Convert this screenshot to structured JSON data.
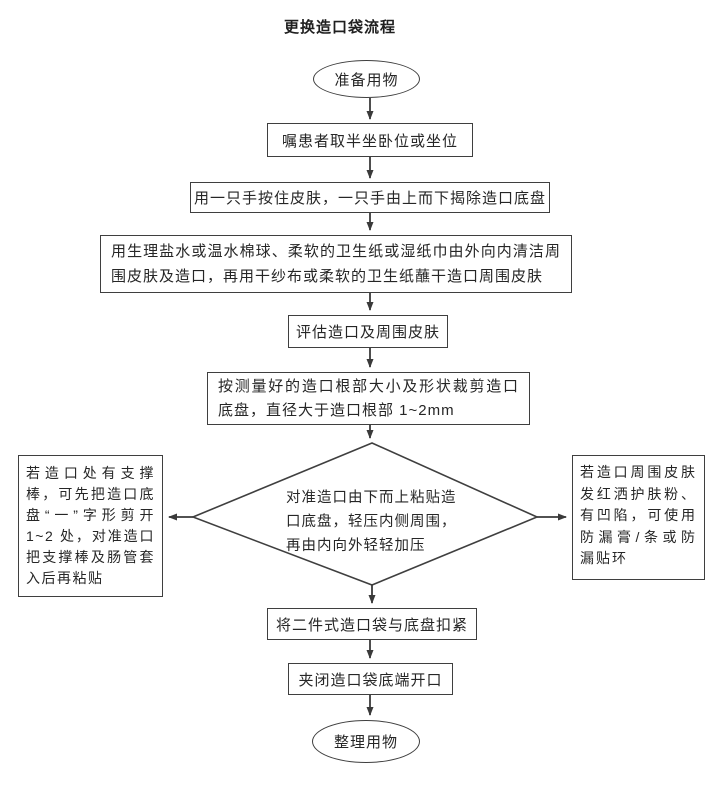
{
  "diagram": {
    "title": "更换造口袋流程",
    "nodes": {
      "start": "准备用物",
      "position": "嘱患者取半坐卧位或坐位",
      "remove": "用一只手按住皮肤，一只手由上而下揭除造口底盘",
      "clean": "用生理盐水或温水棉球、柔软的卫生纸或湿纸巾由外向内清洁周围皮肤及造口，再用干纱布或柔软的卫生纸蘸干造口周围皮肤",
      "assess": "评估造口及周围皮肤",
      "cut": "按测量好的造口根部大小及形状裁剪造口底盘，直径大于造口根部 1~2mm",
      "decision": "对准造口由下而上粘贴造口底盘，轻压内侧周围，再由内向外轻轻加压",
      "branch_left": "若造口处有支撑棒，可先把造口底盘“一”字形剪开 1~2 处，对准造口把支撑棒及肠管套入后再粘贴",
      "branch_right": "若造口周围皮肤发红洒护肤粉、有凹陷，可使用防漏膏/条或防漏贴环",
      "fasten": "将二件式造口袋与底盘扣紧",
      "clamp": "夹闭造口袋底端开口",
      "end": "整理用物"
    },
    "colors": {
      "line": "#3a3a3a",
      "text": "#262626",
      "background": "#ffffff"
    }
  }
}
